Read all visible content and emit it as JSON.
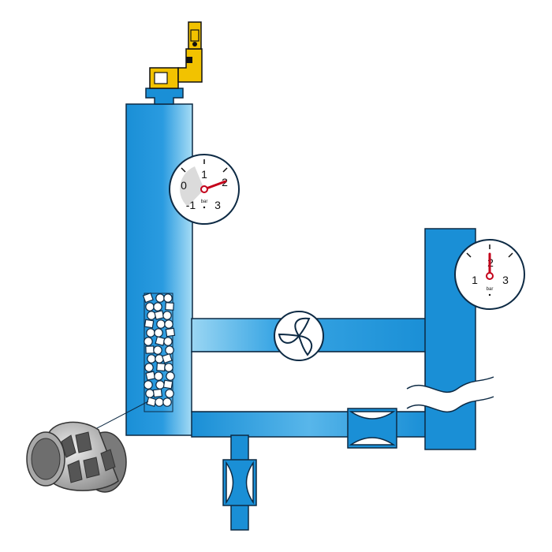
{
  "colors": {
    "pipe": "#1a8fd6",
    "pipe_light": "#8fd0f0",
    "outline": "#0d2a44",
    "valve_yellow": "#f2c200",
    "valve_dark": "#111111",
    "needle": "#c4001a",
    "packing_gray": "#c8c8c8"
  },
  "gauge_left": {
    "ticks": [
      "0",
      "1",
      "2",
      "-1",
      "3"
    ],
    "unit": "bar"
  },
  "gauge_right": {
    "ticks": [
      "1",
      "2",
      "3"
    ],
    "unit": "bar"
  },
  "icons": [
    "safety-valve-icon",
    "fan-icon",
    "throttle-valve-icon",
    "bottom-valve-icon",
    "packing-ring-icon",
    "break-symbol-icon"
  ]
}
